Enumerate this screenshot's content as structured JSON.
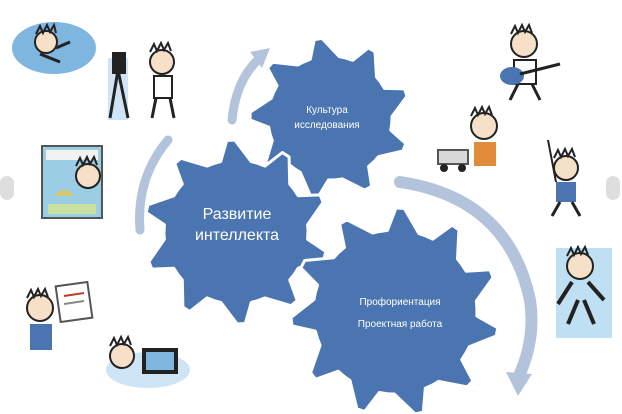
{
  "diagram": {
    "gear_color": "#4a75b0",
    "gear_stroke": "#ffffff",
    "arrow_color": "#b3c3dc",
    "gears": [
      {
        "name": "gear-intellect",
        "lines": [
          "Развитие",
          "интеллекта"
        ]
      },
      {
        "name": "gear-research-culture",
        "lines": [
          "Культура",
          "исследования"
        ]
      },
      {
        "name": "gear-career",
        "lines": [
          "Профориентация",
          "Проектная работа"
        ]
      }
    ]
  }
}
